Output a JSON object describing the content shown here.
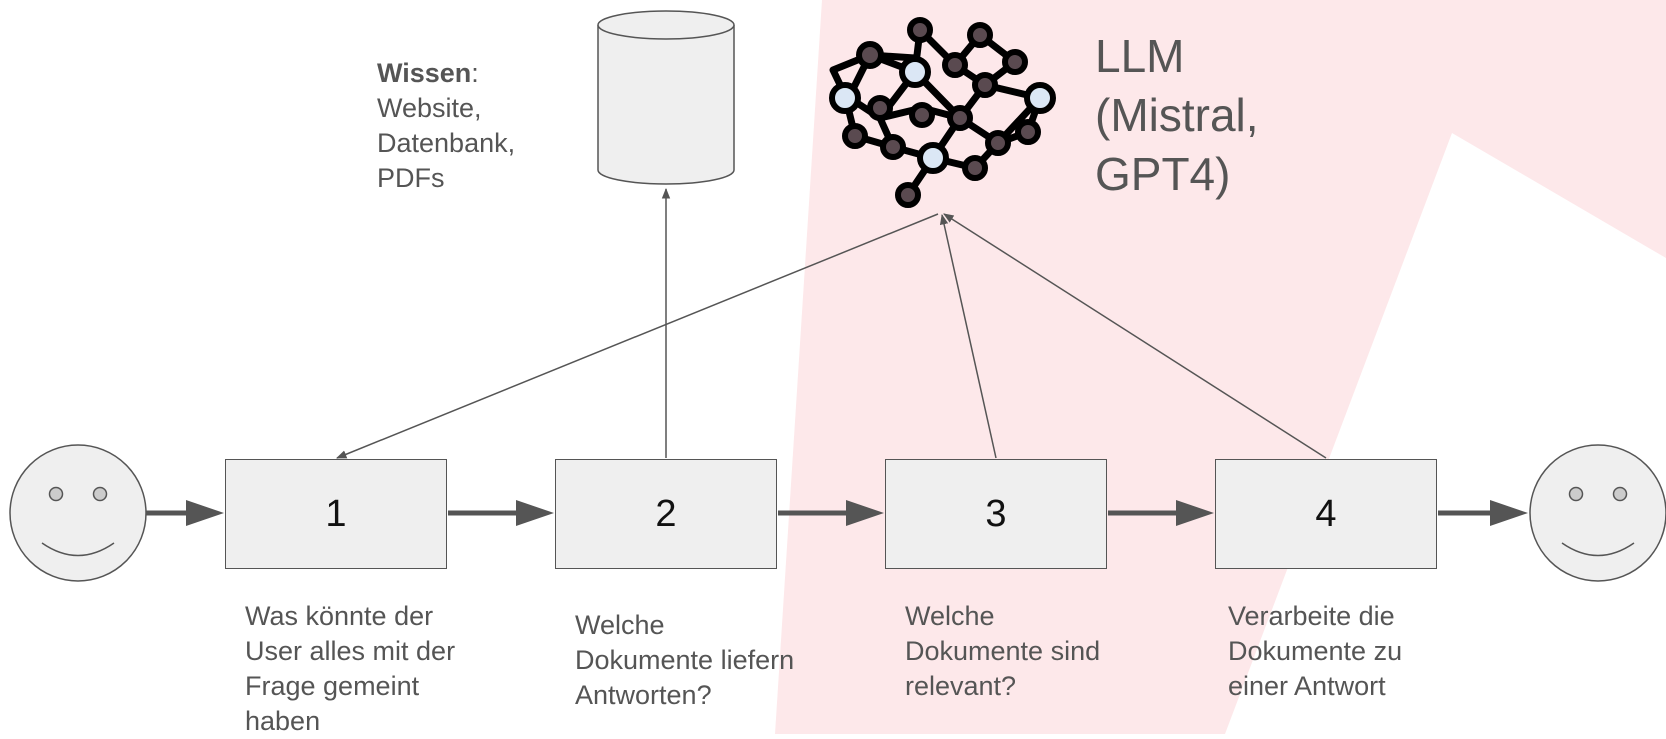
{
  "knowledge": {
    "title": "Wissen",
    "separator": ":",
    "lines": [
      "Website,",
      "Datenbank,",
      "PDFs"
    ]
  },
  "llm": {
    "lines": [
      "LLM",
      "(Mistral,",
      "GPT4)"
    ]
  },
  "steps": [
    {
      "number": "1",
      "caption": [
        "Was könnte der",
        "User alles mit der",
        "Frage gemeint",
        "haben"
      ]
    },
    {
      "number": "2",
      "caption": [
        "Welche",
        "Dokumente liefern",
        "Antworten?"
      ]
    },
    {
      "number": "3",
      "caption": [
        "Welche",
        "Dokumente sind",
        "relevant?"
      ]
    },
    {
      "number": "4",
      "caption": [
        "Verarbeite die",
        "Dokumente zu",
        "einer Antwort"
      ]
    }
  ],
  "colors": {
    "box_fill": "#efefef",
    "line": "#555555",
    "text": "#555555",
    "background_accent": "#fde8ea",
    "brain_node_light": "#dbe7f5"
  },
  "icons": {
    "user_left": "smiley-face-icon",
    "user_right": "smiley-face-icon",
    "knowledge_store": "database-cylinder-icon",
    "llm": "neural-network-brain-icon"
  }
}
